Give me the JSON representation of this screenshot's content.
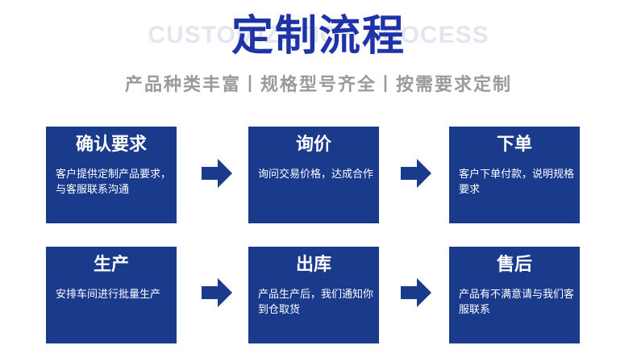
{
  "header": {
    "watermark": "CUSTOMIZATION PROCESS",
    "title": "定制流程",
    "subtitle": "产品种类丰富丨规格型号齐全丨按需要求定制"
  },
  "steps": [
    {
      "title": "确认要求",
      "desc": "客户提供定制产品要求，与客服联系沟通"
    },
    {
      "title": "询价",
      "desc": "询问交易价格，达成合作"
    },
    {
      "title": "下单",
      "desc": "客户下单付款，说明规格要求"
    },
    {
      "title": "生产",
      "desc": "安排车间进行批量生产"
    },
    {
      "title": "出库",
      "desc": "产品生产后，我们通知你到仓取货"
    },
    {
      "title": "售后",
      "desc": "产品有不满意请与我们客服联系"
    }
  ],
  "colors": {
    "box": "#1a3a8c",
    "title": "#1e33a8",
    "arrow": "#1a3a8c"
  },
  "icons": {
    "arrow": "arrow-right-icon"
  }
}
